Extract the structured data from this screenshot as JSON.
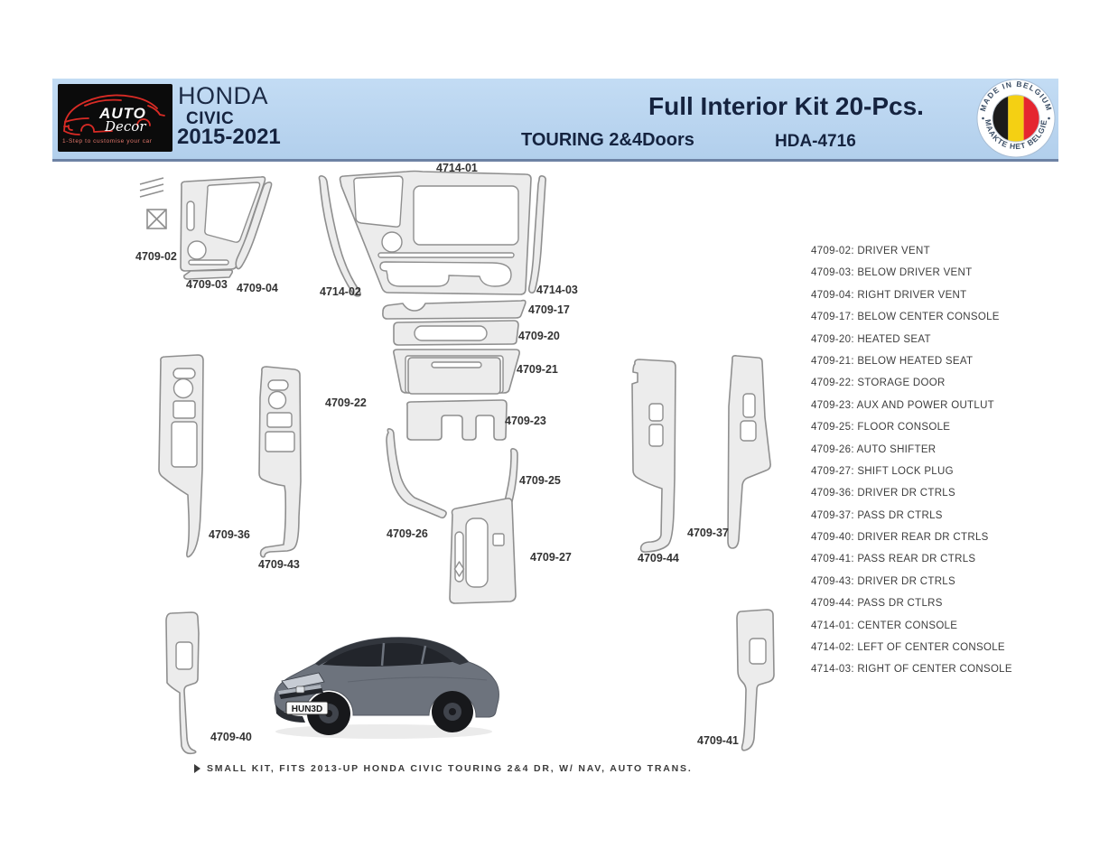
{
  "header": {
    "logo": {
      "word1": "AUTO",
      "word2": "Decor",
      "tagline": "1-Step to customise your car"
    },
    "make": "HONDA",
    "model": "CIVIC",
    "years": "2015-2021",
    "title": "Full Interior Kit 20-Pcs.",
    "trim": "TOURING 2&4Doors",
    "sku": "HDA-4716",
    "badge": {
      "top_text": "MADE IN BELGIUM",
      "bottom_text": "MAAKTE HET BELGIË"
    }
  },
  "diagram": {
    "labels": [
      "4714-01",
      "4709-02",
      "4709-03",
      "4709-04",
      "4714-02",
      "4714-03",
      "4709-17",
      "4709-20",
      "4709-21",
      "4709-22",
      "4709-23",
      "4709-25",
      "4709-26",
      "4709-27",
      "4709-36",
      "4709-43",
      "4709-44",
      "4709-37",
      "4709-40",
      "4709-41"
    ],
    "car_plate": "HUN3D"
  },
  "parts_list": [
    {
      "code": "4709-02",
      "name": "DRIVER VENT"
    },
    {
      "code": "4709-03",
      "name": "BELOW DRIVER VENT"
    },
    {
      "code": "4709-04",
      "name": "RIGHT DRIVER VENT"
    },
    {
      "code": "4709-17",
      "name": "BELOW CENTER CONSOLE"
    },
    {
      "code": "4709-20",
      "name": "HEATED SEAT"
    },
    {
      "code": "4709-21",
      "name": "BELOW HEATED SEAT"
    },
    {
      "code": "4709-22",
      "name": "STORAGE DOOR"
    },
    {
      "code": "4709-23",
      "name": "AUX AND POWER OUTLUT"
    },
    {
      "code": "4709-25",
      "name": "FLOOR CONSOLE"
    },
    {
      "code": "4709-26",
      "name": "AUTO SHIFTER"
    },
    {
      "code": "4709-27",
      "name": "SHIFT LOCK PLUG"
    },
    {
      "code": "4709-36",
      "name": "DRIVER DR CTRLS"
    },
    {
      "code": "4709-37",
      "name": "PASS DR CTRLS"
    },
    {
      "code": "4709-40",
      "name": "DRIVER REAR DR CTRLS"
    },
    {
      "code": "4709-41",
      "name": "PASS REAR DR CTRLS"
    },
    {
      "code": "4709-43",
      "name": "DRIVER DR CTRLS"
    },
    {
      "code": "4709-44",
      "name": "PASS DR CTLRS"
    },
    {
      "code": "4714-01",
      "name": "CENTER CONSOLE"
    },
    {
      "code": "4714-02",
      "name": "LEFT OF CENTER CONSOLE"
    },
    {
      "code": "4714-03",
      "name": "RIGHT OF CENTER CONSOLE"
    }
  ],
  "footnote": "SMALL KIT, FITS 2013-UP HONDA CIVIC TOURING 2&4 DR, W/ NAV, AUTO TRANS.",
  "colors": {
    "header_bg": "#b9d4ee",
    "navy_text": "#15233f",
    "part_fill": "#ececec",
    "part_stroke": "#8f8f8f",
    "flag_black": "#1b1b1b",
    "flag_yellow": "#f4d013",
    "flag_red": "#e52630"
  }
}
